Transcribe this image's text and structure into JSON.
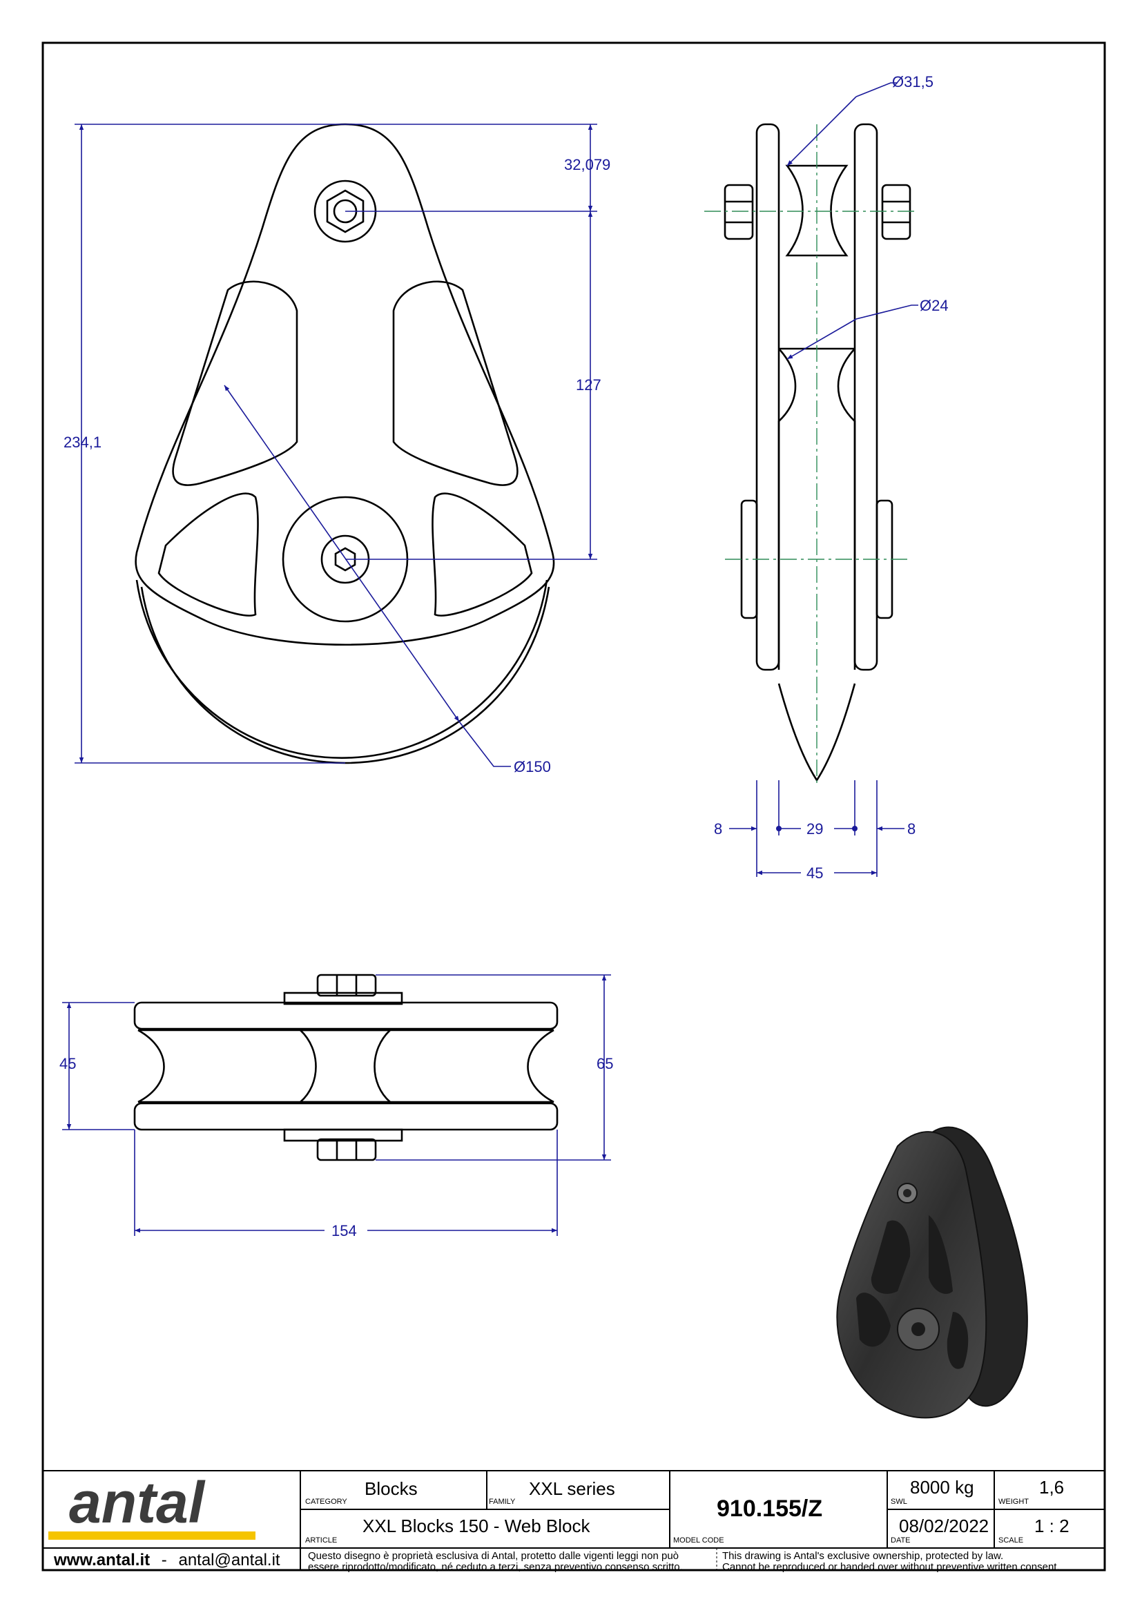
{
  "dimensions": {
    "top_offset": "32,079",
    "center_distance": "127",
    "total_height": "234,1",
    "sheave_diameter": "Ø150",
    "bolt_diameter": "Ø31,5",
    "groove_diameter": "Ø24",
    "side_plate_left": "8",
    "sheave_width": "29",
    "side_plate_right": "8",
    "total_width": "45",
    "plate_height": "45",
    "overall_height": "65",
    "overall_length": "154"
  },
  "title_block": {
    "logo": "antal",
    "website": "www.antal.it",
    "separator": "-",
    "email": "antal@antal.it",
    "category_label": "CATEGORY",
    "category": "Blocks",
    "family_label": "FAMILY",
    "family": "XXL series",
    "article_label": "ARTICLE",
    "article": "XXL Blocks 150 - Web Block",
    "model_code_label": "MODEL CODE",
    "model_code": "910.155/Z",
    "swl_label": "SWL",
    "swl": "8000 kg",
    "weight_label": "WEIGHT",
    "weight": "1,6",
    "date_label": "DATE",
    "date": "08/02/2022",
    "scale_label": "SCALE",
    "scale": "1 : 2",
    "notice_it_1": "Questo disegno è proprietà esclusiva di Antal, protetto dalle vigenti leggi non può",
    "notice_it_2": "essere riprodotto/modificato, né ceduto a terzi, senza preventivo consenso scritto.",
    "notice_en_1": "This drawing is Antal's exclusive ownership, protected by law.",
    "notice_en_2": "Cannot be reproduced or handed over without preventive written consent."
  },
  "colors": {
    "dimension": "#1a1a9a",
    "centerline": "#2e8b57",
    "outline": "#000000",
    "logo_bar": "#f5c400",
    "render_body": "#3a3a3a"
  }
}
